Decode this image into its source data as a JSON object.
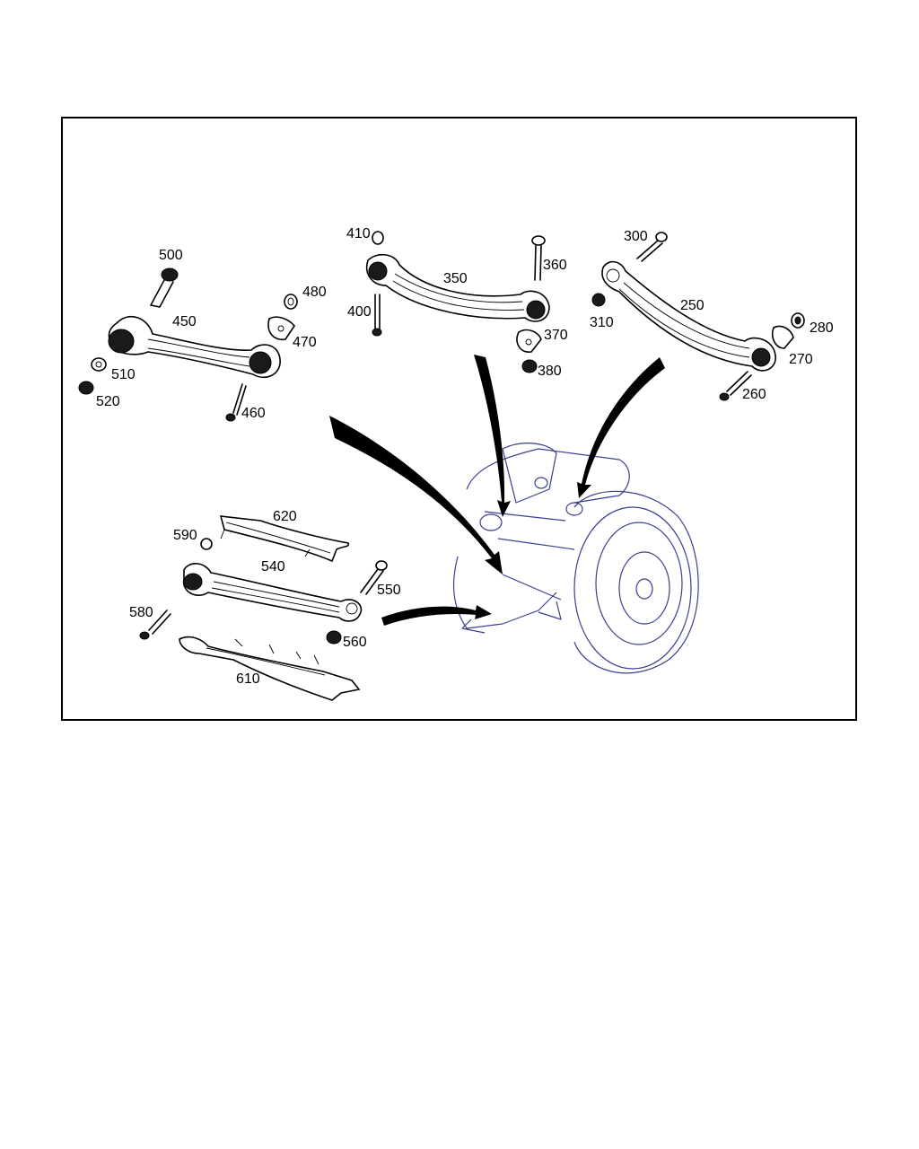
{
  "part_labels": [
    {
      "id": "p410",
      "text": "410"
    },
    {
      "id": "p300",
      "text": "300"
    },
    {
      "id": "p500",
      "text": "500"
    },
    {
      "id": "p350",
      "text": "350"
    },
    {
      "id": "p360",
      "text": "360"
    },
    {
      "id": "p250",
      "text": "250"
    },
    {
      "id": "p480",
      "text": "480"
    },
    {
      "id": "p450",
      "text": "450"
    },
    {
      "id": "p400",
      "text": "400"
    },
    {
      "id": "p310",
      "text": "310"
    },
    {
      "id": "p280",
      "text": "280"
    },
    {
      "id": "p470",
      "text": "470"
    },
    {
      "id": "p370",
      "text": "370"
    },
    {
      "id": "p270",
      "text": "270"
    },
    {
      "id": "p510",
      "text": "510"
    },
    {
      "id": "p380",
      "text": "380"
    },
    {
      "id": "p520",
      "text": "520"
    },
    {
      "id": "p260",
      "text": "260"
    },
    {
      "id": "p460",
      "text": "460"
    },
    {
      "id": "p620",
      "text": "620"
    },
    {
      "id": "p590",
      "text": "590"
    },
    {
      "id": "p540",
      "text": "540"
    },
    {
      "id": "p550",
      "text": "550"
    },
    {
      "id": "p580",
      "text": "580"
    },
    {
      "id": "p560",
      "text": "560"
    },
    {
      "id": "p610",
      "text": "610"
    }
  ],
  "colors": {
    "line": "#000000",
    "assembly": "#3a3f8f",
    "background": "#ffffff"
  }
}
